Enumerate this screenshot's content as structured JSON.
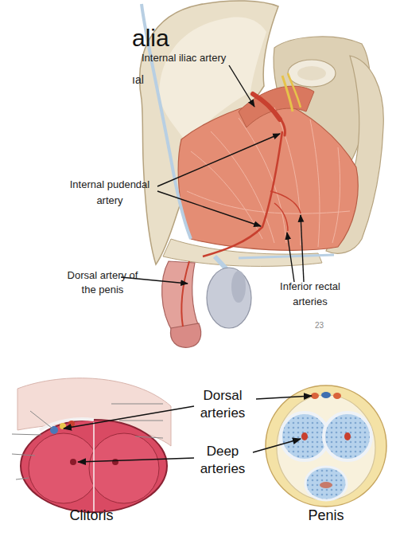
{
  "diagram": {
    "title": "alia",
    "labels": [
      "ıal",
      "Internal iliac artery",
      "Internal pudendal artery",
      "Dorsal artery of the penis",
      "Inferior rectal arteries",
      "23",
      "Dorsal arteries",
      "Deep arteries",
      "Clitoris",
      "Penis"
    ]
  }
}
